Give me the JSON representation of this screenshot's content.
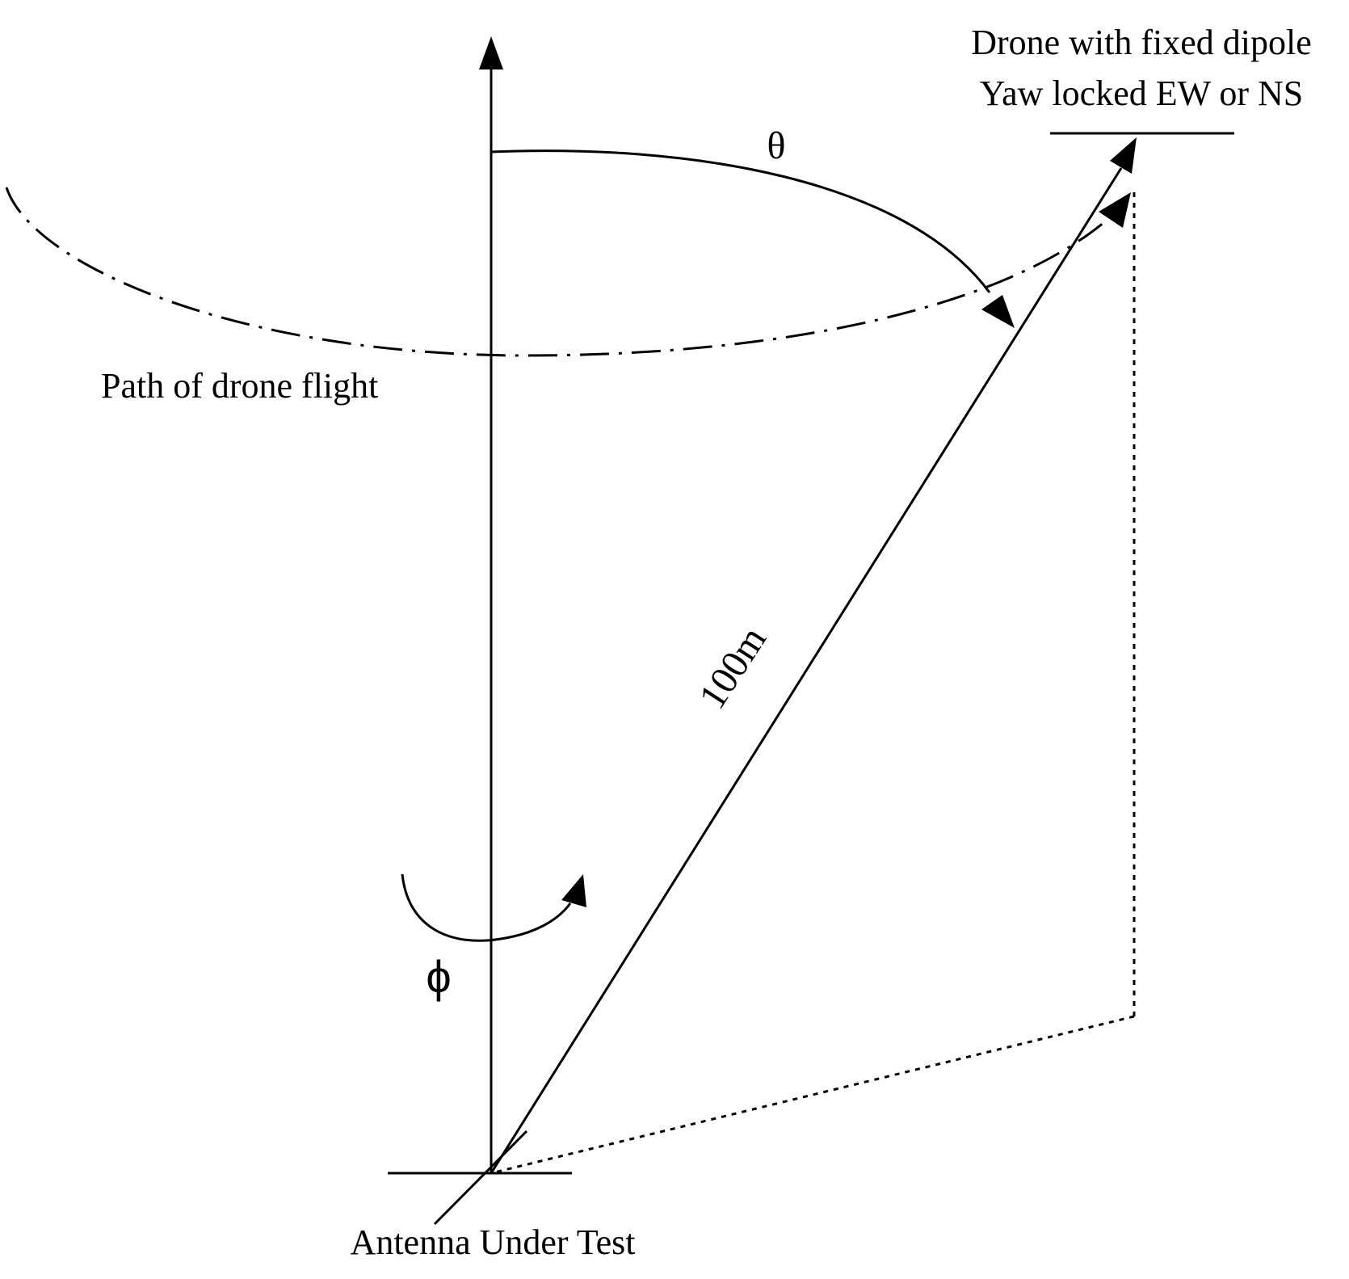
{
  "labels": {
    "drone_line1": "Drone with fixed dipole",
    "drone_line2": "Yaw locked EW or NS",
    "theta": "θ",
    "path": "Path of drone flight",
    "distance": "100m",
    "phi": "ϕ",
    "antenna": "Antenna Under Test"
  },
  "colors": {
    "stroke": "#000000",
    "background": "#ffffff"
  }
}
